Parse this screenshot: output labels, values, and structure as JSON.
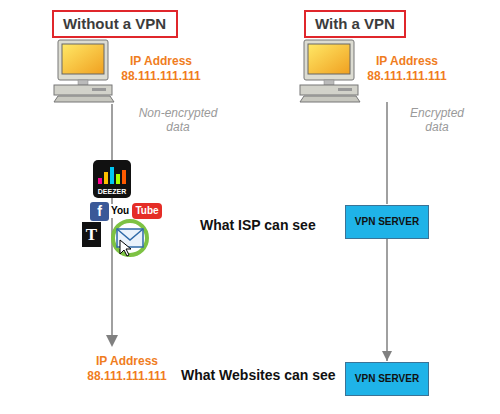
{
  "diagram": {
    "nodes": [
      {
        "text": [
          "Without a VPN"
        ]
      },
      {
        "text": [
          "With a VPN"
        ]
      },
      {
        "text": [
          "IP Address 88.111.111.111"
        ]
      },
      {
        "text": [
          "IP Address 88.111.111.111"
        ]
      },
      {
        "text": [
          "VPN SERVER"
        ]
      },
      {
        "text": [
          "VPN SERVER"
        ]
      }
    ],
    "edges": [
      {
        "from": 3,
        "to": 4,
        "arrow": "none"
      },
      {
        "from": 4,
        "to": 5,
        "arrow": "to"
      }
    ],
    "labels": [
      "Non-encrypted data",
      "Encrypted data",
      "What ISP can see",
      "What Websites can see",
      "IP Address 88.111.111.111",
      "DEEZER",
      "f",
      "You",
      "Tube",
      "T"
    ]
  }
}
